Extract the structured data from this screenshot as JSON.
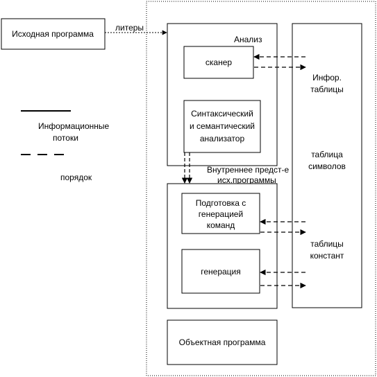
{
  "labels": {
    "source_program": "Исходная программа",
    "literals": "литеры",
    "analysis": "Анализ",
    "scanner": "сканер",
    "parser_line1": "Синтаксический",
    "parser_line2": "и семантический",
    "parser_line3": "анализатор",
    "info_tables_line1": "Инфор.",
    "info_tables_line2": "таблицы",
    "symbol_table_line1": "таблица",
    "symbol_table_line2": "символов",
    "internal_rep_line1": "Внутреннее предст-е",
    "internal_rep_line2": "исх.программы",
    "codegen_prep_line1": "Подготовка с",
    "codegen_prep_line2": "генерацией",
    "codegen_prep_line3": "команд",
    "constant_tables_line1": "таблицы",
    "constant_tables_line2": "констант",
    "generation": "генерация",
    "object_program": "Объектная программа",
    "legend_info_flows_line1": "Информационные",
    "legend_info_flows_line2": "потоки",
    "legend_order": "порядок"
  }
}
